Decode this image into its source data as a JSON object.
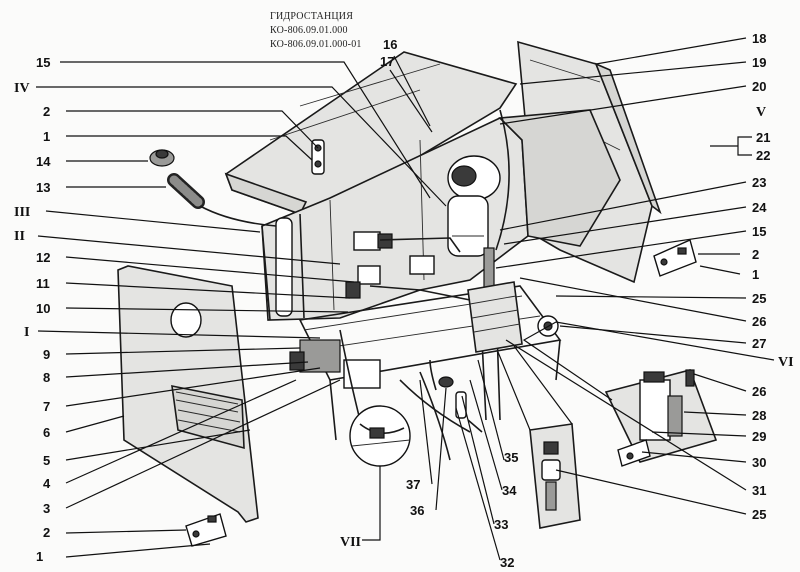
{
  "header": {
    "title": "ГИДРОСТАНЦИЯ",
    "code1": "КО-806.09.01.000",
    "code2": "КО-806.09.01.000-01"
  },
  "callouts": [
    {
      "id": "c-1-top",
      "text": "1"
    },
    {
      "id": "c-2-top",
      "text": "2"
    },
    {
      "id": "c-3",
      "text": "3"
    },
    {
      "id": "c-4",
      "text": "4"
    },
    {
      "id": "c-5",
      "text": "5"
    },
    {
      "id": "c-6",
      "text": "6"
    },
    {
      "id": "c-7",
      "text": "7"
    },
    {
      "id": "c-8",
      "text": "8"
    },
    {
      "id": "c-9",
      "text": "9"
    },
    {
      "id": "c-10",
      "text": "10"
    },
    {
      "id": "c-11",
      "text": "11"
    },
    {
      "id": "c-12",
      "text": "12"
    },
    {
      "id": "c-13",
      "text": "13"
    },
    {
      "id": "c-14",
      "text": "14"
    },
    {
      "id": "c-15-left",
      "text": "15"
    },
    {
      "id": "c-16",
      "text": "16"
    },
    {
      "id": "c-17",
      "text": "17"
    },
    {
      "id": "c-18",
      "text": "18"
    },
    {
      "id": "c-19",
      "text": "19"
    },
    {
      "id": "c-20",
      "text": "20"
    },
    {
      "id": "c-21",
      "text": "21"
    },
    {
      "id": "c-22",
      "text": "22"
    },
    {
      "id": "c-23",
      "text": "23"
    },
    {
      "id": "c-24",
      "text": "24"
    },
    {
      "id": "c-15-right",
      "text": "15"
    },
    {
      "id": "c-2-right",
      "text": "2"
    },
    {
      "id": "c-1-right",
      "text": "1"
    },
    {
      "id": "c-25-top",
      "text": "25"
    },
    {
      "id": "c-26-top",
      "text": "26"
    },
    {
      "id": "c-27",
      "text": "27"
    },
    {
      "id": "c-26-low",
      "text": "26"
    },
    {
      "id": "c-28",
      "text": "28"
    },
    {
      "id": "c-29",
      "text": "29"
    },
    {
      "id": "c-30",
      "text": "30"
    },
    {
      "id": "c-31",
      "text": "31"
    },
    {
      "id": "c-25-low",
      "text": "25"
    },
    {
      "id": "c-35",
      "text": "35"
    },
    {
      "id": "c-34",
      "text": "34"
    },
    {
      "id": "c-33",
      "text": "33"
    },
    {
      "id": "c-32",
      "text": "32"
    },
    {
      "id": "c-36",
      "text": "36"
    },
    {
      "id": "c-37",
      "text": "37"
    },
    {
      "id": "c-2-bottom",
      "text": "2"
    },
    {
      "id": "c-1-bottom",
      "text": "1"
    }
  ],
  "views": [
    {
      "id": "v-IV",
      "text": "IV"
    },
    {
      "id": "v-III",
      "text": "III"
    },
    {
      "id": "v-II",
      "text": "II"
    },
    {
      "id": "v-I",
      "text": "I"
    },
    {
      "id": "v-V",
      "text": "V"
    },
    {
      "id": "v-VI",
      "text": "VI"
    },
    {
      "id": "v-VII",
      "text": "VII"
    }
  ]
}
